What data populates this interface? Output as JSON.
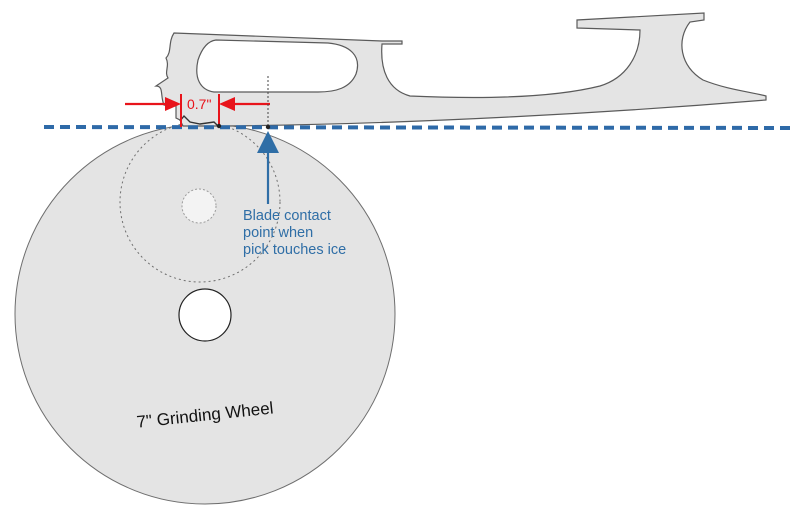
{
  "labels": {
    "dimension": "0.7\"",
    "contact_line1": "Blade contact",
    "contact_line2": "point when",
    "contact_line3": "pick touches ice",
    "wheel": "7\" Grinding Wheel"
  },
  "colors": {
    "ice_line": "#2e6aa8",
    "dimension": "#e8141b",
    "callout": "#2f6ea6",
    "blade_fill": "#e4e4e4",
    "blade_stroke": "#5a5a5a",
    "wheel_fill": "#e4e4e4",
    "hub_fill": "#f3f3f3"
  }
}
